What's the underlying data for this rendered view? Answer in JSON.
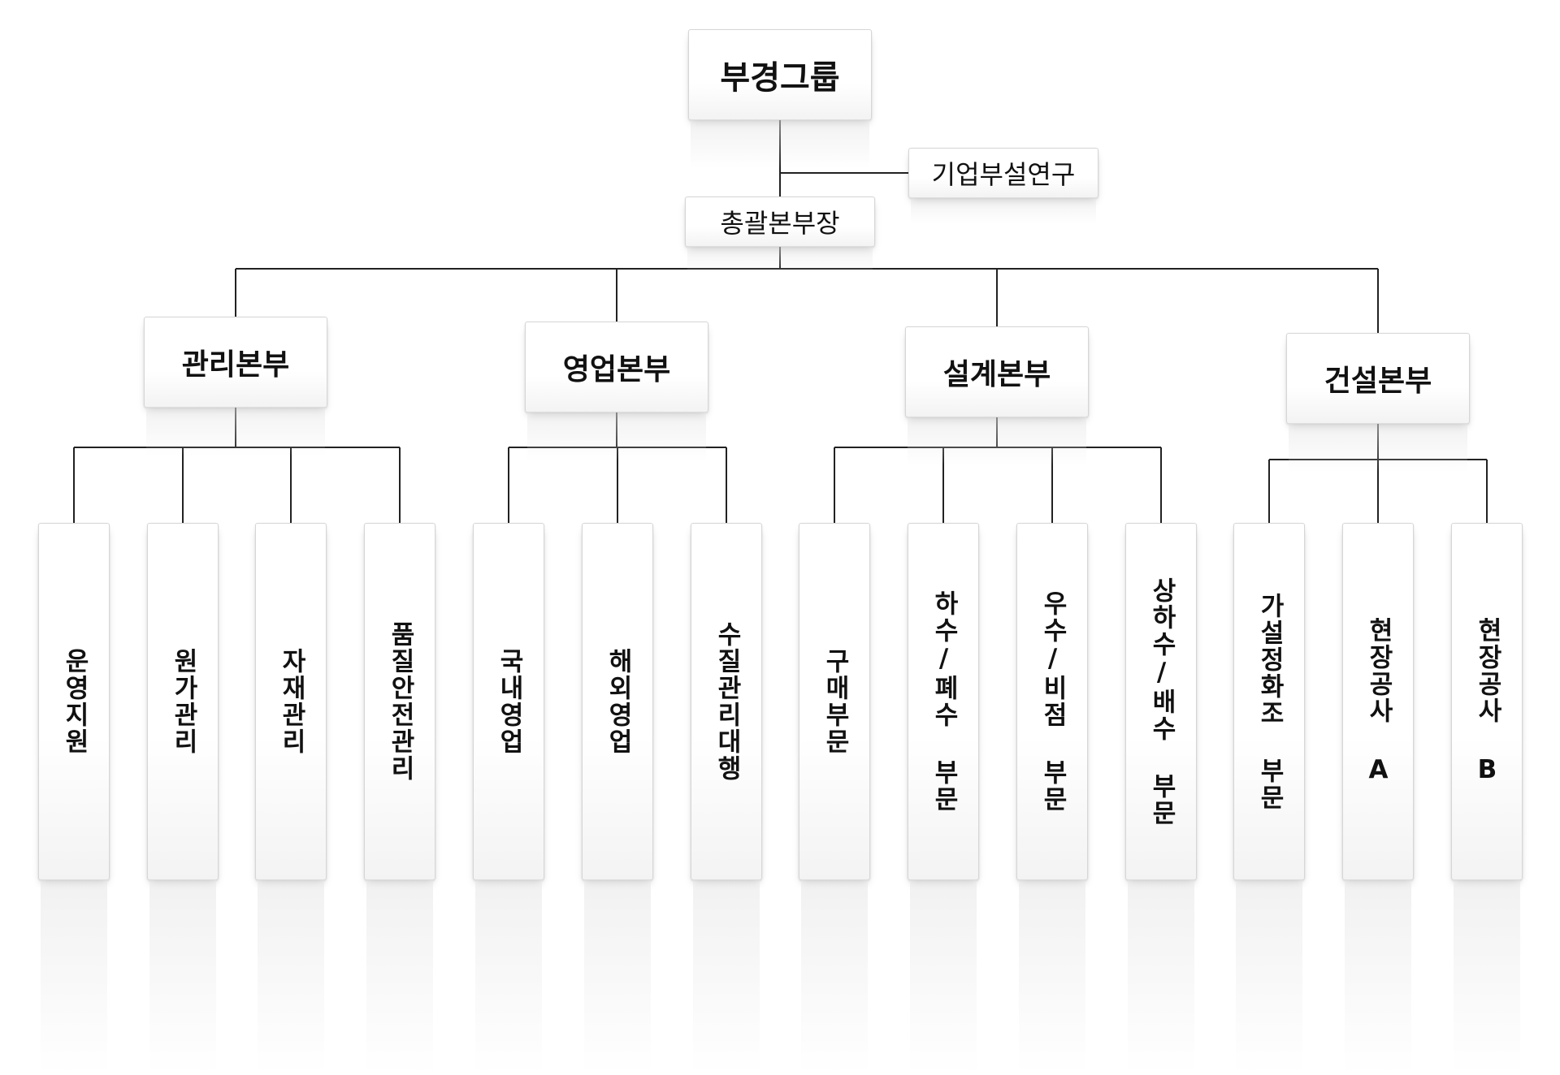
{
  "root": {
    "label": "부경그룹"
  },
  "lab": {
    "label": "기업부설연구"
  },
  "exec": {
    "label": "총괄본부장"
  },
  "divisions": [
    {
      "label": "관리본부",
      "teams": [
        "운영지원",
        "원가관리",
        "자재관리",
        "품질안전관리"
      ]
    },
    {
      "label": "영업본부",
      "teams": [
        "국내영업",
        "해외영업",
        "수질관리대행"
      ]
    },
    {
      "label": "설계본부",
      "teams": [
        "구매부문",
        "하수/폐수 부문",
        "우수/비점 부문",
        "상하수/배수 부문"
      ]
    },
    {
      "label": "건설본부",
      "teams": [
        "가설정화조 부문",
        "현장공사 A",
        "현장공사 B"
      ]
    }
  ]
}
